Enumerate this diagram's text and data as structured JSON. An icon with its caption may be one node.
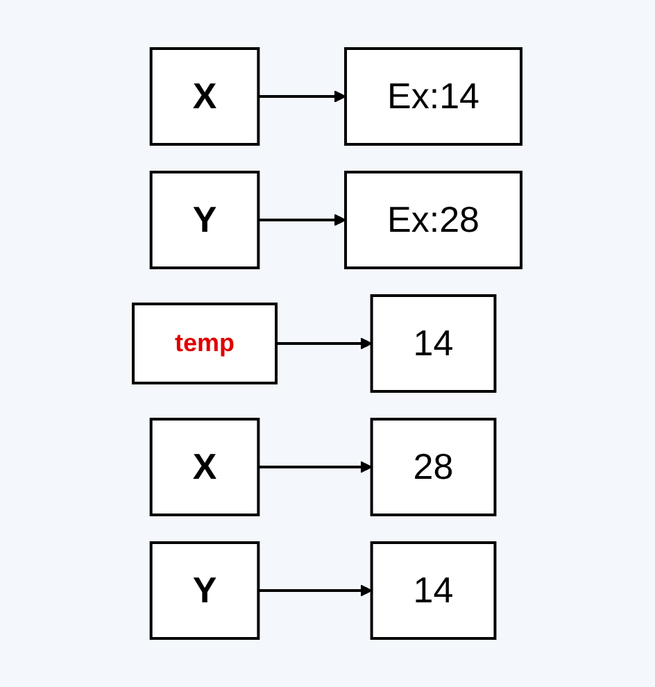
{
  "diagram": {
    "nodes": [
      {
        "text": [
          "X"
        ]
      },
      {
        "text": [
          "Ex:14"
        ]
      },
      {
        "text": [
          "Y"
        ]
      },
      {
        "text": [
          "Ex:28"
        ]
      },
      {
        "text": [
          "temp"
        ]
      },
      {
        "text": [
          "14"
        ]
      },
      {
        "text": [
          "X"
        ]
      },
      {
        "text": [
          "28"
        ]
      },
      {
        "text": [
          "Y"
        ]
      },
      {
        "text": [
          "14"
        ]
      }
    ],
    "edges": [
      {
        "from": 0,
        "to": 1,
        "arrow": "to"
      },
      {
        "from": 2,
        "to": 3,
        "arrow": "to"
      },
      {
        "from": 4,
        "to": 5,
        "arrow": "to"
      },
      {
        "from": 6,
        "to": 7,
        "arrow": "to"
      },
      {
        "from": 8,
        "to": 9,
        "arrow": "to"
      }
    ]
  }
}
